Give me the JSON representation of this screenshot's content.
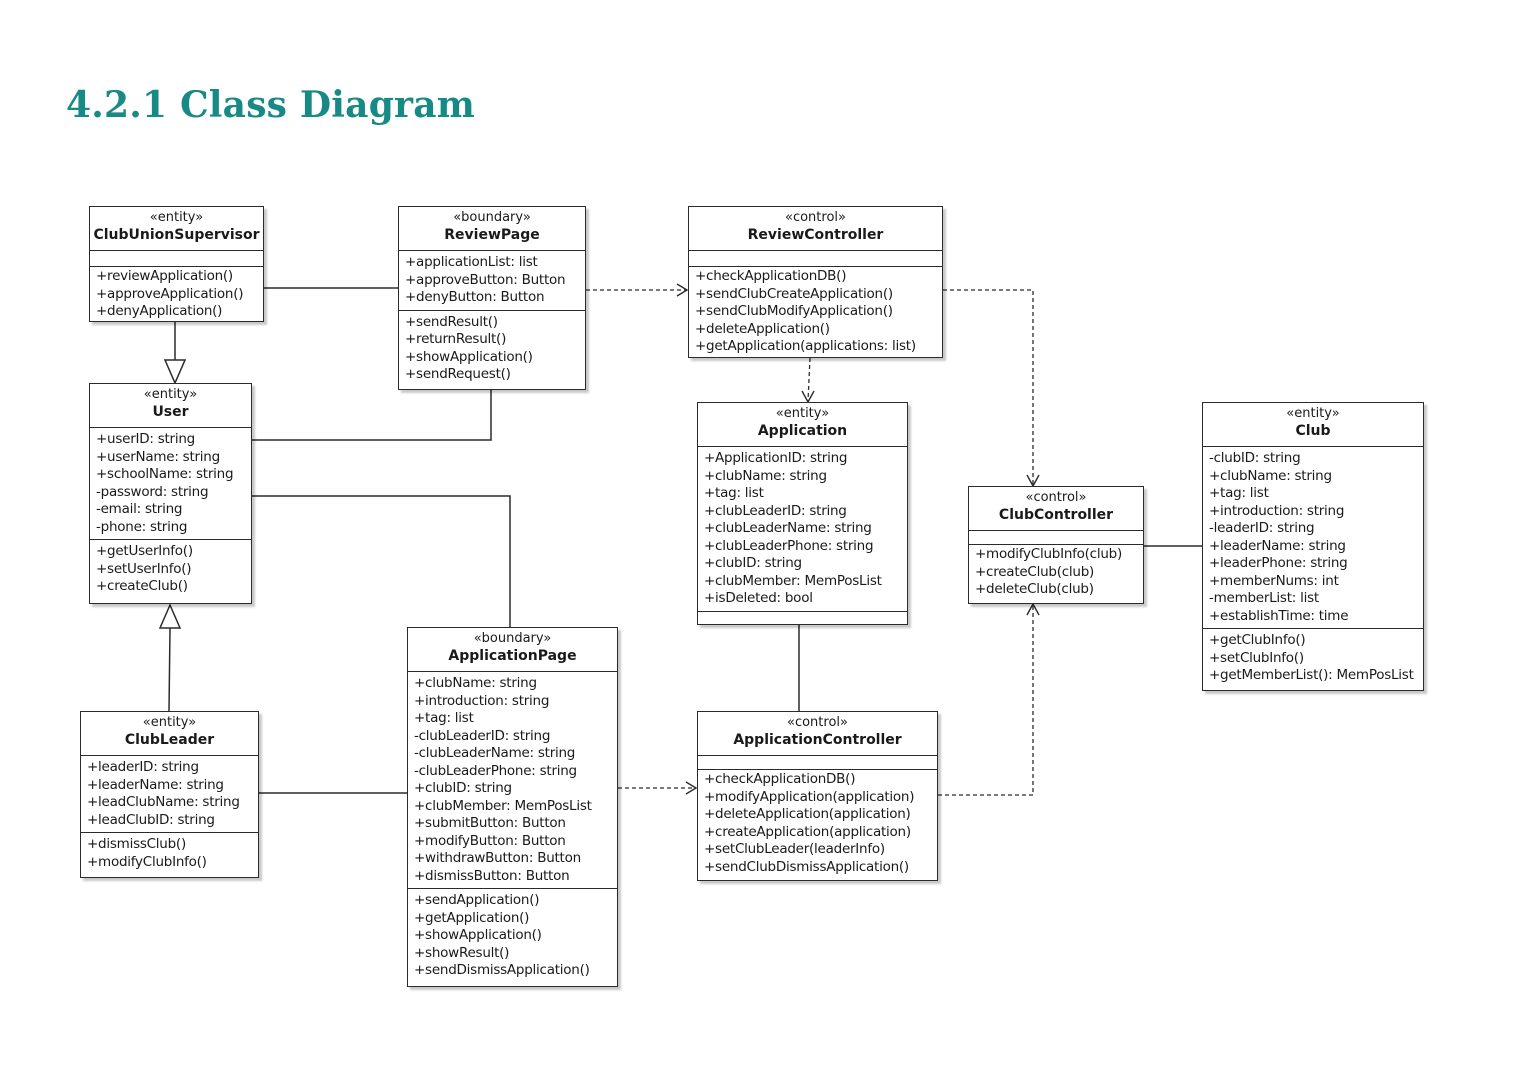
{
  "heading": "4.2.1 Class Diagram",
  "colors": {
    "heading": "#178a86",
    "line": "#2b2b2b",
    "box_fill": "#ffffff"
  },
  "classes": {
    "club_union_supervisor": {
      "stereotype": "«entity»",
      "name": "ClubUnionSupervisor",
      "attributes": [],
      "operations": [
        "+reviewApplication()",
        "+approveApplication()",
        "+denyApplication()"
      ]
    },
    "review_page": {
      "stereotype": "«boundary»",
      "name": "ReviewPage",
      "attributes": [
        "+applicationList: list",
        "+approveButton: Button",
        "+denyButton: Button"
      ],
      "operations": [
        "+sendResult()",
        "+returnResult()",
        "+showApplication()",
        "+sendRequest()"
      ]
    },
    "review_controller": {
      "stereotype": "«control»",
      "name": "ReviewController",
      "attributes": [],
      "operations": [
        "+checkApplicationDB()",
        "+sendClubCreateApplication()",
        "+sendClubModifyApplication()",
        "+deleteApplication()",
        "+getApplication(applications: list)"
      ]
    },
    "user": {
      "stereotype": "«entity»",
      "name": "User",
      "attributes": [
        "+userID: string",
        "+userName: string",
        "+schoolName: string",
        "-password: string",
        "-email: string",
        "-phone: string"
      ],
      "operations": [
        "+getUserInfo()",
        "+setUserInfo()",
        "+createClub()"
      ]
    },
    "application": {
      "stereotype": "«entity»",
      "name": "Application",
      "attributes": [
        "+ApplicationID: string",
        "+clubName: string",
        "+tag: list",
        "+clubLeaderID: string",
        "+clubLeaderName: string",
        "+clubLeaderPhone: string",
        "+clubID: string",
        "+clubMember: MemPosList",
        "+isDeleted: bool"
      ],
      "operations": []
    },
    "club_controller": {
      "stereotype": "«control»",
      "name": "ClubController",
      "attributes": [],
      "operations": [
        "+modifyClubInfo(club)",
        "+createClub(club)",
        "+deleteClub(club)"
      ]
    },
    "club": {
      "stereotype": "«entity»",
      "name": "Club",
      "attributes": [
        "-clubID: string",
        "+clubName: string",
        "+tag: list",
        "+introduction: string",
        "-leaderID: string",
        "+leaderName: string",
        "+leaderPhone: string",
        "+memberNums: int",
        "-memberList: list",
        "+establishTime: time"
      ],
      "operations": [
        "+getClubInfo()",
        "+setClubInfo()",
        "+getMemberList(): MemPosList"
      ]
    },
    "club_leader": {
      "stereotype": "«entity»",
      "name": "ClubLeader",
      "attributes": [
        "+leaderID: string",
        "+leaderName: string",
        "+leadClubName: string",
        "+leadClubID: string"
      ],
      "operations": [
        "+dismissClub()",
        "+modifyClubInfo()"
      ]
    },
    "application_page": {
      "stereotype": "«boundary»",
      "name": "ApplicationPage",
      "attributes": [
        "+clubName: string",
        "+introduction: string",
        "+tag: list",
        "-clubLeaderID: string",
        "-clubLeaderName: string",
        "-clubLeaderPhone: string",
        "+clubID: string",
        "+clubMember: MemPosList",
        "+submitButton: Button",
        "+modifyButton: Button",
        "+withdrawButton: Button",
        "+dismissButton: Button"
      ],
      "operations": [
        "+sendApplication()",
        "+getApplication()",
        "+showApplication()",
        "+showResult()",
        "+sendDismissApplication()"
      ]
    },
    "application_controller": {
      "stereotype": "«control»",
      "name": "ApplicationController",
      "attributes": [],
      "operations": [
        "+checkApplicationDB()",
        "+modifyApplication(application)",
        "+deleteApplication(application)",
        "+createApplication(application)",
        "+setClubLeader(leaderInfo)",
        "+sendClubDismissApplication()"
      ]
    }
  }
}
